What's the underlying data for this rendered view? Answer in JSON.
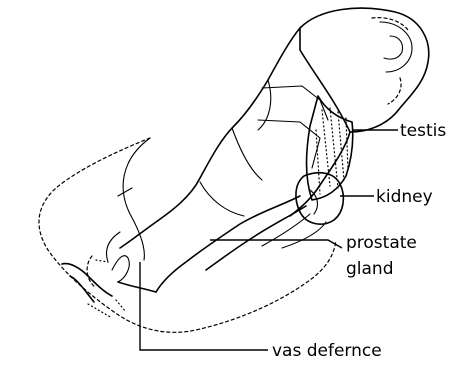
{
  "labels": {
    "testis": "testis",
    "kidney": "kidney",
    "prostate_line1": "prostate",
    "prostate_line2": "gland",
    "vas_deferens": "vas defernce"
  }
}
